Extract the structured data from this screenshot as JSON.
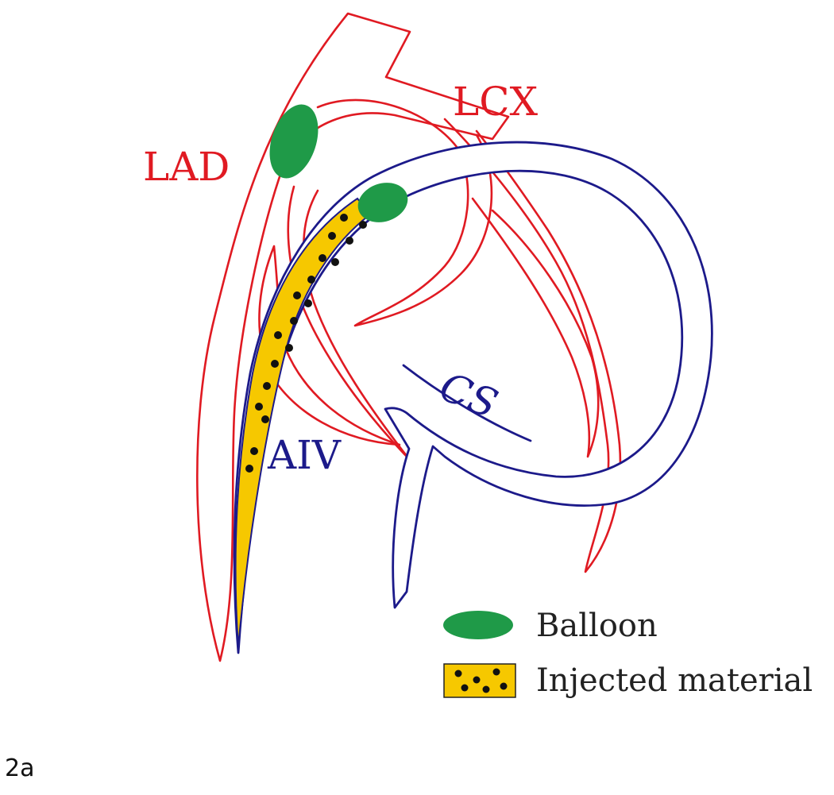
{
  "labels": {
    "lad": "LAD",
    "lcx": "LCX",
    "cs": "CS",
    "aiv": "AIV"
  },
  "legend": {
    "balloon": "Balloon",
    "injected": "Injected material"
  },
  "caption": "2a",
  "colors": {
    "artery": "#e01a22",
    "vein": "#1c1a8a",
    "balloon": "#1f9a48",
    "injected_fill": "#f6c800",
    "particle": "#111111"
  }
}
